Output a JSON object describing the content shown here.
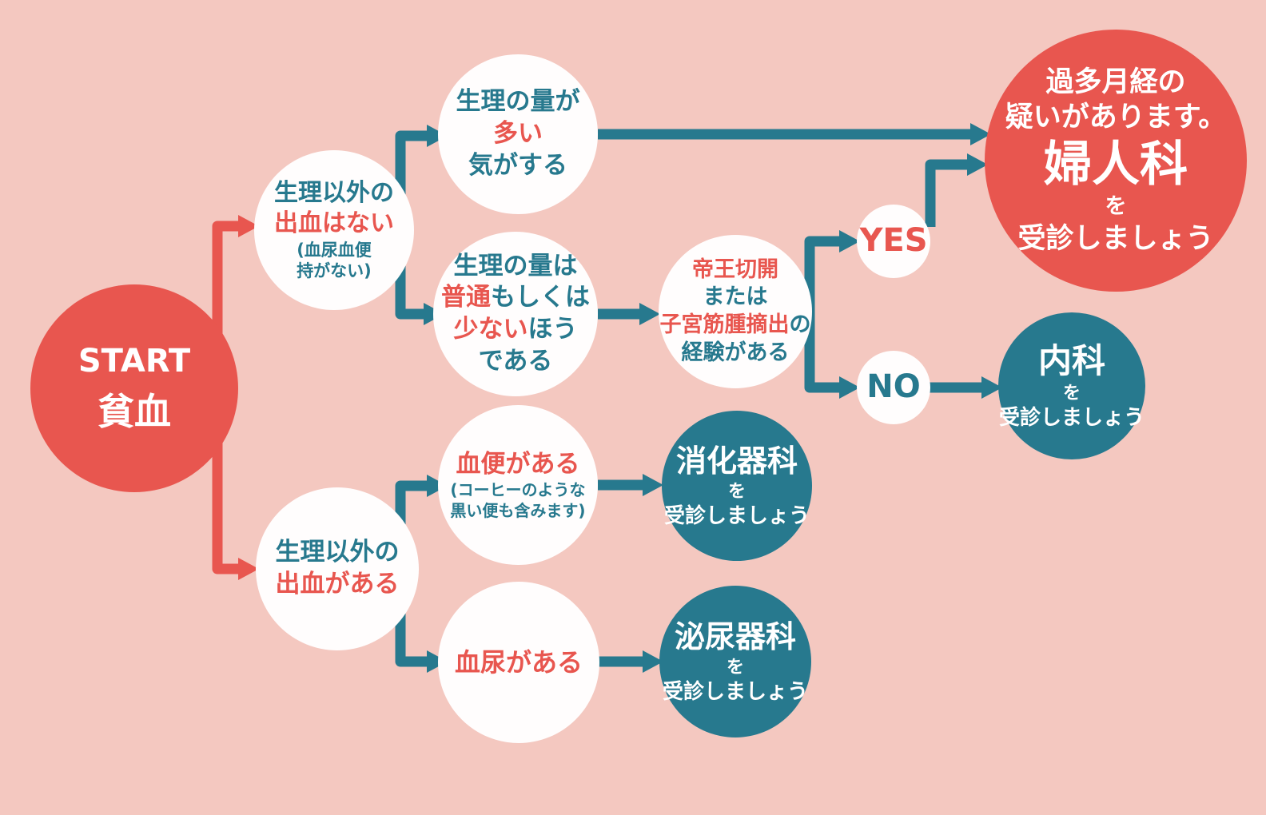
{
  "title": "貧血 受診先フローチャート",
  "colors": {
    "background": "#f4c8c0",
    "coral": "#e8564f",
    "teal": "#27798e",
    "node_white": "#fffdfd",
    "text_white": "#ffffff"
  },
  "nodes": {
    "start": {
      "line1": "START",
      "line2": "貧血"
    },
    "no_abnormal_bleeding": {
      "line1": "生理以外の",
      "line2": "出血はない",
      "line3": "(血尿血便",
      "line4": "持がない)"
    },
    "heavy_period": {
      "line1": "生理の量が",
      "line2": "多い",
      "line3": "気がする"
    },
    "normal_period": {
      "line1": "生理の量は",
      "line2a": "普通",
      "line2b": "もしくは",
      "line3a": "少ない",
      "line3b": "ほう",
      "line4": "である"
    },
    "surgery_history": {
      "line1": "帝王切開",
      "line2": "または",
      "line3a": "子宮筋腫摘出",
      "line3b": "の",
      "line4": "経験がある"
    },
    "yes": {
      "label": "YES"
    },
    "no": {
      "label": "NO"
    },
    "gynecology": {
      "line1": "過多月経の",
      "line2": "疑いがあります。",
      "line3": "婦人科",
      "line4": "を",
      "line5": "受診しましょう"
    },
    "internal_medicine": {
      "line1": "内科",
      "line2": "を",
      "line3": "受診しましょう"
    },
    "abnormal_bleeding": {
      "line1": "生理以外の",
      "line2": "出血がある"
    },
    "bloody_stool": {
      "line1": "血便がある",
      "line2": "(コーヒーのような",
      "line3": "黒い便も含みます)"
    },
    "gastroenterology": {
      "line1": "消化器科",
      "line2": "を",
      "line3": "受診しましょう"
    },
    "bloody_urine": {
      "line1": "血尿がある"
    },
    "urology": {
      "line1": "泌尿器科",
      "line2": "を",
      "line3": "受診しましょう"
    }
  },
  "edges": [
    {
      "from": "start",
      "to": "no_abnormal_bleeding"
    },
    {
      "from": "start",
      "to": "abnormal_bleeding"
    },
    {
      "from": "no_abnormal_bleeding",
      "to": "heavy_period"
    },
    {
      "from": "no_abnormal_bleeding",
      "to": "normal_period"
    },
    {
      "from": "heavy_period",
      "to": "gynecology"
    },
    {
      "from": "normal_period",
      "to": "surgery_history"
    },
    {
      "from": "surgery_history",
      "to": "yes"
    },
    {
      "from": "surgery_history",
      "to": "no"
    },
    {
      "from": "yes",
      "to": "gynecology"
    },
    {
      "from": "no",
      "to": "internal_medicine"
    },
    {
      "from": "abnormal_bleeding",
      "to": "bloody_stool"
    },
    {
      "from": "abnormal_bleeding",
      "to": "bloody_urine"
    },
    {
      "from": "bloody_stool",
      "to": "gastroenterology"
    },
    {
      "from": "bloody_urine",
      "to": "urology"
    }
  ]
}
